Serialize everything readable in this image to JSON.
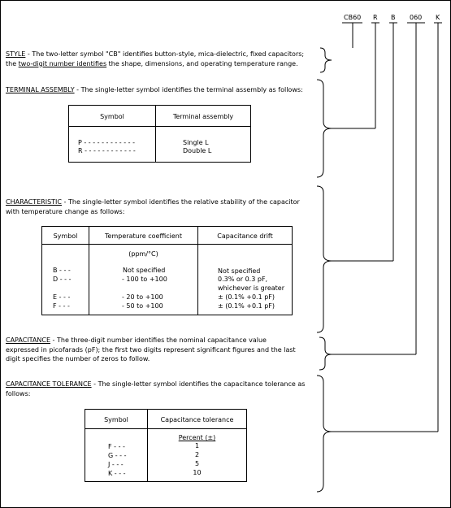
{
  "designation": {
    "parts": [
      "CB60",
      "R",
      "B",
      "060",
      "K"
    ]
  },
  "style": {
    "heading": "STYLE",
    "dash": " - ",
    "text_a": "The two-letter symbol \"CB\" identifies button-style, mica-dielectric, fixed capacitors;",
    "text_b": "the ",
    "text_c": "two-digit number identifies",
    "text_d": " the shape, dimensions, and operating temperature range."
  },
  "terminal": {
    "heading": "TERMINAL ASSEMBLY",
    "dash": " - ",
    "text": "The single-letter symbol identifies the terminal assembly as follows:",
    "table": {
      "headers": [
        "Symbol",
        "Terminal assembly"
      ],
      "rows": [
        {
          "symbol": "P - - - - - - - - - - - -",
          "value": "Single L"
        },
        {
          "symbol": "R - - - - - - - - - - - -",
          "value": "Double L"
        }
      ]
    }
  },
  "characteristic": {
    "heading": "CHARACTERISTIC",
    "dash": " - ",
    "text_a": "The single-letter symbol identifies the relative stability of the capacitor",
    "text_b": "with temperature change as follows:",
    "table": {
      "headers": [
        "Symbol",
        "Temperature coefficient",
        "Capacitance drift"
      ],
      "unit": "(ppm/°C)",
      "rows": [
        {
          "symbol": "B - - -",
          "coef": "Not specified",
          "drift": "Not specified"
        },
        {
          "symbol": "D - - -",
          "coef": "- 100  to  +100",
          "drift": "0.3%  or 0.3  pF,"
        },
        {
          "symbol": "",
          "coef": "",
          "drift": "whichever  is  greater"
        },
        {
          "symbol": "E - - -",
          "coef": "- 20  to  +100",
          "drift": "± (0.1%  +0.1  pF)"
        },
        {
          "symbol": "F - - -",
          "coef": "- 50  to  +100",
          "drift": "± (0.1%  +0.1  pF)"
        }
      ]
    }
  },
  "capacitance": {
    "heading": "CAPACITANCE",
    "dash": " - ",
    "text_a": "The three-digit number identifies the nominal capacitance value",
    "text_b": "expressed in picofarads (pF); the first two digits represent significant figures and the last",
    "text_c": "digit specifies the number of zeros to follow."
  },
  "tolerance": {
    "heading": "CAPACITANCE TOLERANCE",
    "dash": " - ",
    "text_a": "The single-letter symbol identifies the capacitance tolerance as",
    "text_b": "follows:",
    "table": {
      "headers": [
        "Symbol",
        "Capacitance tolerance"
      ],
      "subheader": "Percent (±)",
      "rows": [
        {
          "symbol": "F - - -",
          "value": "1"
        },
        {
          "symbol": "G - - -",
          "value": "2"
        },
        {
          "symbol": "J - - -",
          "value": "5"
        },
        {
          "symbol": "K - - -",
          "value": "10"
        }
      ]
    }
  }
}
